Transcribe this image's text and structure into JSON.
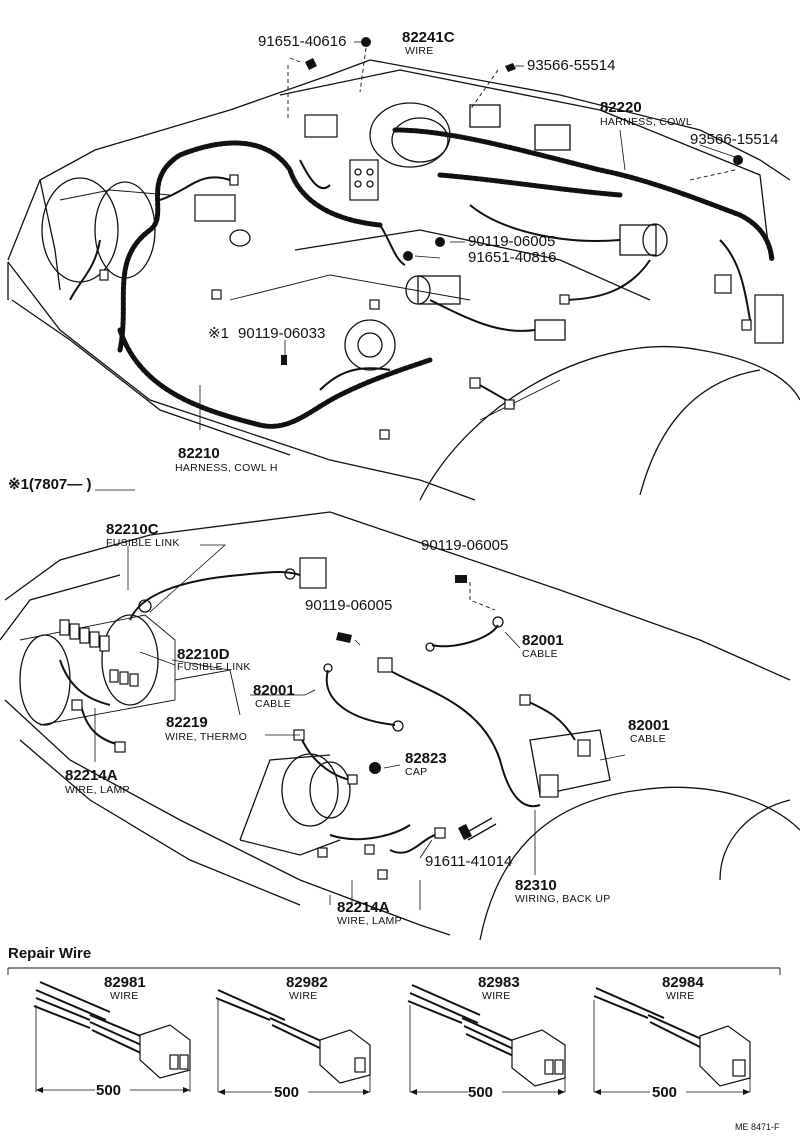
{
  "top_section": {
    "labels": [
      {
        "id": "p91651_40616",
        "num": "91651-40616",
        "sub": ""
      },
      {
        "id": "p82241c",
        "num": "82241C",
        "sub": "WIRE"
      },
      {
        "id": "p93566_55514",
        "num": "93566-55514",
        "sub": ""
      },
      {
        "id": "p82220",
        "num": "82220",
        "sub": "HARNESS, COWL"
      },
      {
        "id": "p93566_15514",
        "num": "93566-15514",
        "sub": ""
      },
      {
        "id": "p90119_06005_a",
        "num": "90119-06005",
        "sub": ""
      },
      {
        "id": "p91651_40816",
        "num": "91651-40816",
        "sub": ""
      },
      {
        "id": "p90119_06033",
        "num": "90119-06033",
        "sub": ""
      },
      {
        "id": "p82210",
        "num": "82210",
        "sub": "HARNESS, COWL H"
      }
    ],
    "note_mark": "※1"
  },
  "variant_heading": "※1(7807—       )",
  "bottom_section": {
    "labels": [
      {
        "id": "p82210c",
        "num": "82210C",
        "sub": "FUSIBLE LINK"
      },
      {
        "id": "p90119_06005_b",
        "num": "90119-06005",
        "sub": ""
      },
      {
        "id": "p90119_06005_c",
        "num": "90119-06005",
        "sub": ""
      },
      {
        "id": "p82210d",
        "num": "82210D",
        "sub": "FUSIBLE LINK"
      },
      {
        "id": "p82001_a",
        "num": "82001",
        "sub": "CABLE"
      },
      {
        "id": "p82001_b",
        "num": "82001",
        "sub": "CABLE"
      },
      {
        "id": "p82001_c",
        "num": "82001",
        "sub": "CABLE"
      },
      {
        "id": "p82219",
        "num": "82219",
        "sub": "WIRE, THERMO"
      },
      {
        "id": "p82823",
        "num": "82823",
        "sub": "CAP"
      },
      {
        "id": "p82214a_a",
        "num": "82214A",
        "sub": "WIRE, LAMP"
      },
      {
        "id": "p91611_41014",
        "num": "91611-41014",
        "sub": ""
      },
      {
        "id": "p82310",
        "num": "82310",
        "sub": "WIRING, BACK UP"
      },
      {
        "id": "p82214a_b",
        "num": "82214A",
        "sub": "WIRE, LAMP"
      }
    ]
  },
  "repair_wire": {
    "title": "Repair Wire",
    "items": [
      {
        "num": "82981",
        "sub": "WIRE",
        "length": "500"
      },
      {
        "num": "82982",
        "sub": "WIRE",
        "length": "500"
      },
      {
        "num": "82983",
        "sub": "WIRE",
        "length": "500"
      },
      {
        "num": "82984",
        "sub": "WIRE",
        "length": "500"
      }
    ]
  },
  "footer_code": "ME  8471-F"
}
